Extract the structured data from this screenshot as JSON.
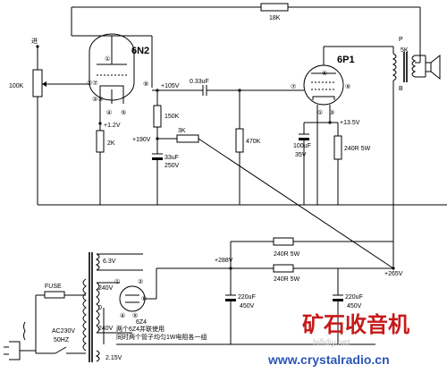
{
  "labels": {
    "input": "进",
    "volume_pot": "100K",
    "feedback_resistor": "18K",
    "tube_6n2": "6N2",
    "tube_6p1": "6P1",
    "cathode_voltage": "+1.2V",
    "cathode_resistor": "2K",
    "plate_voltage": "+105V",
    "coupling_cap": "0.33uF",
    "plate_load": "150K",
    "b190": "+190V",
    "dropping_resistor": "3K",
    "decoupling_cap": "33uF",
    "decoupling_cap_v": "250V",
    "grid_leak": "470K",
    "out_cathode_v": "+13.5V",
    "bypass_cap": "100uF",
    "bypass_cap_v": "35V",
    "out_cathode_resistor": "240R 5W",
    "ot_p": "P",
    "ot_b": "B",
    "ot_impedance": "5K",
    "b265": "+265V",
    "b288": "+288V",
    "filter_resistor_a": "240R 5W",
    "filter_resistor_b": "240R 5W",
    "filter_cap_a": "220uF",
    "filter_cap_b": "220uF",
    "filter_cap_v": "450V",
    "rectifier": "6Z4",
    "rect_note_1": "两个6Z4并联使用",
    "rect_note_2": "同时两个管子均匀1W电阻各一组",
    "heater_6v3": "6.3V",
    "hv_240": "240V",
    "hv_zero": "0",
    "heater_2v15": "2.15V",
    "fuse": "FUSE",
    "mains_voltage": "AC230V",
    "mains_frequency": "50HZ"
  },
  "pins": {
    "p1": "①",
    "p27": "②⑦",
    "p38": "③⑧",
    "p4": "④",
    "p5": "⑤",
    "p9": "⑨",
    "p7": "⑦",
    "p6": "⑥",
    "p3": "③",
    "r1": "①",
    "r2": "②",
    "r3": "⑧",
    "r4": "④",
    "r5": "⑤"
  },
  "watermark": {
    "title": "矿石收音机",
    "ghost": "hifidiy.net",
    "url": "www.crystalradio.cn"
  }
}
